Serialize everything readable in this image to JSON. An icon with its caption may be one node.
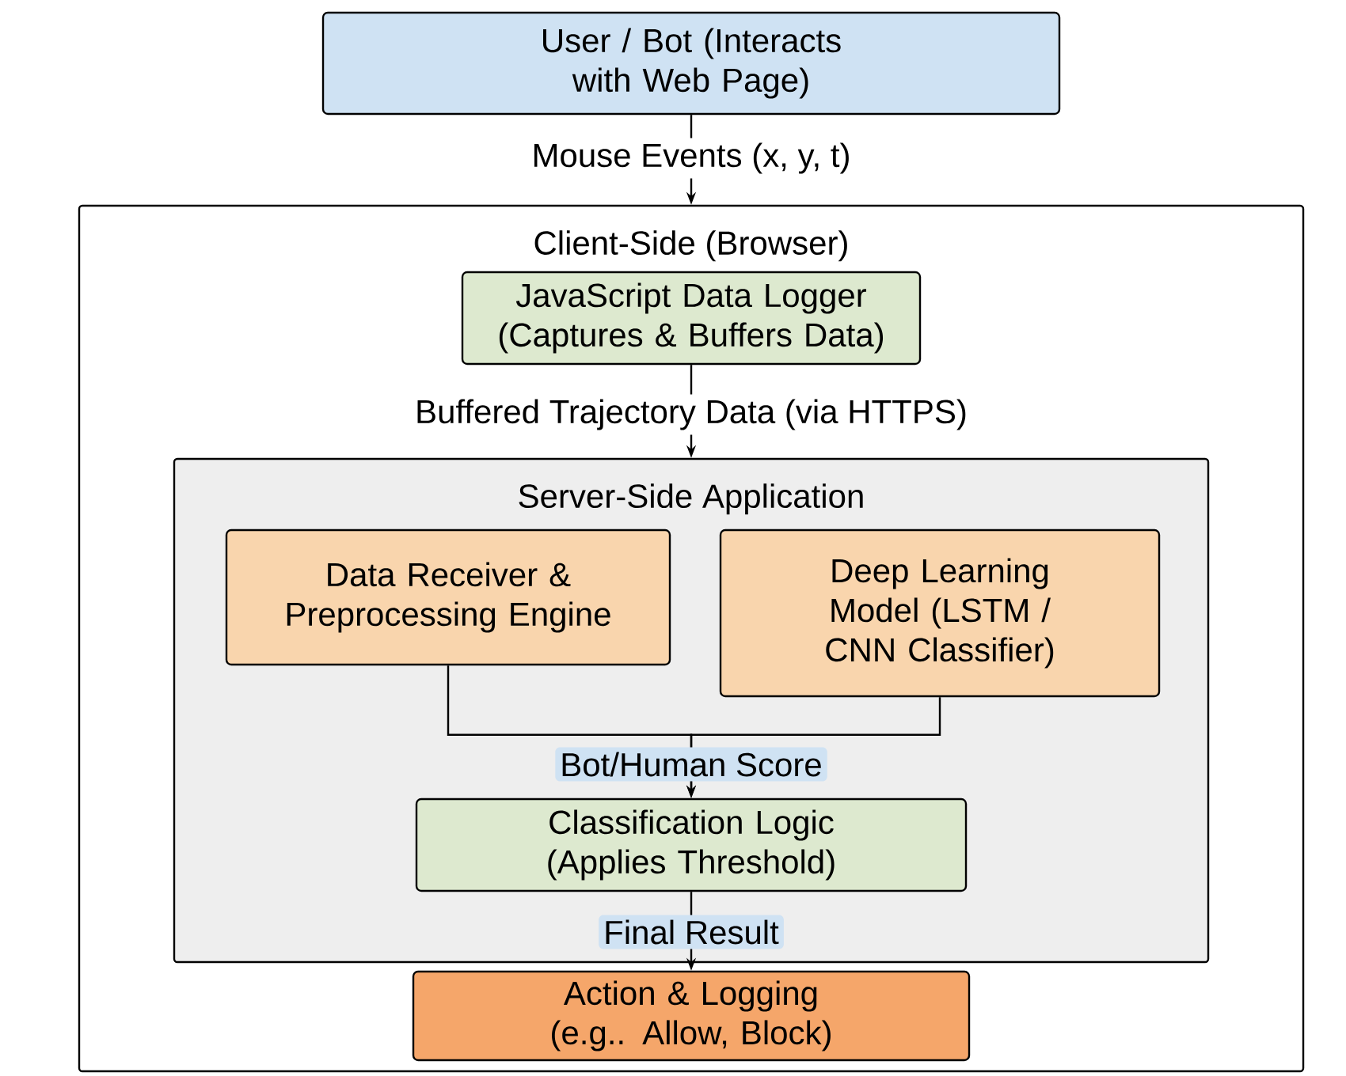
{
  "diagram": {
    "nodes": [
      {
        "text": [
          "User / Bot (Interacts with Web Page)"
        ]
      },
      {
        "text": [
          "Client-Side (Browser)"
        ]
      },
      {
        "text": [
          "JavaScript Data Logger (Captures & Buffers Data)"
        ],
        "in": 1
      },
      {
        "text": [
          "Server-Side Application"
        ],
        "in": 1
      },
      {
        "text": [
          "Data Receiver & Preprocessing Engine"
        ],
        "in": 3
      },
      {
        "text": [
          "Deep Learning Model (LSTM / CNN Classifier)"
        ],
        "in": 3
      },
      {
        "text": [
          "Classification Logic (Applies Threshold)"
        ],
        "in": 3
      },
      {
        "text": [
          "Action & Logging (e.g.. Allow, Block)"
        ],
        "in": 1
      }
    ],
    "edges": [
      {
        "from": 0,
        "to": 1,
        "arrow": "to",
        "label": "Mouse Events (x, y, t)"
      },
      {
        "from": 2,
        "to": 3,
        "arrow": "to",
        "label": "Buffered Trajectory Data (via HTTPS)"
      },
      {
        "from": 4,
        "to": 6,
        "arrow": "to",
        "label": "Bot/Human Score"
      },
      {
        "from": 5,
        "to": 6,
        "arrow": "to"
      },
      {
        "from": 6,
        "to": 7,
        "arrow": "to",
        "label": "Final Result"
      }
    ]
  }
}
